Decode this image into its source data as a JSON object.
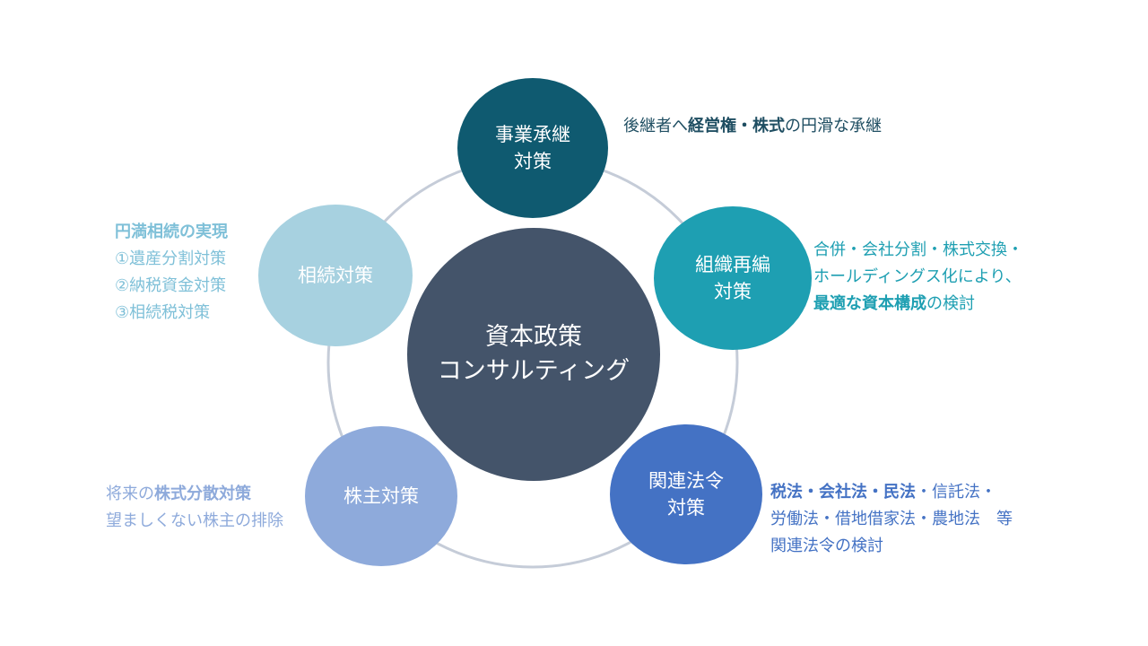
{
  "center": {
    "line1": "資本政策",
    "line2": "コンサルティング"
  },
  "nodes": {
    "jigyo": {
      "line1": "事業承継",
      "line2": "対策"
    },
    "soshiki": {
      "line1": "組織再編",
      "line2": "対策"
    },
    "kanren": {
      "line1": "関連法令",
      "line2": "対策"
    },
    "kabunushi": {
      "line1": "株主対策"
    },
    "sozoku": {
      "line1": "相続対策"
    }
  },
  "descriptions": {
    "jigyo": {
      "pre": "後継者へ",
      "bold": "経営権・株式",
      "post": "の円滑な承継"
    },
    "soshiki": {
      "line1": "合併・会社分割・株式交換・",
      "line2": "ホールディングス化により、",
      "line3_bold": "最適な資本構成",
      "line3_post": "の検討"
    },
    "kanren": {
      "line1_bold1": "税法",
      "sep1": "・",
      "line1_bold2": "会社法",
      "sep2": "・",
      "line1_bold3": "民法",
      "line1_post": "・信託法・",
      "line2": "労働法・借地借家法・農地法　等",
      "line3": "関連法令の検討"
    },
    "kabunushi": {
      "line1_pre": "将来の",
      "line1_bold": "株式分散対策",
      "line2": "望ましくない株主の排除"
    },
    "sozoku": {
      "line1_bold": "円満相続の実現",
      "line2": "①遺産分割対策",
      "line3": "②納税資金対策",
      "line4": "③相続税対策"
    }
  },
  "colors": {
    "ring": "#c5ccd8",
    "center": "#44546a",
    "jigyo": "#0f5a70",
    "soshiki": "#1e9fb2",
    "kanren": "#4472c4",
    "kabunushi": "#8eaadb",
    "sozoku": "#a7d1e0",
    "jigyo_text": "#1f4e62",
    "soshiki_text": "#1e9fb2",
    "kanren_text": "#4472c4",
    "kabunushi_text": "#8eaadb",
    "sozoku_text": "#7fc0d8"
  }
}
